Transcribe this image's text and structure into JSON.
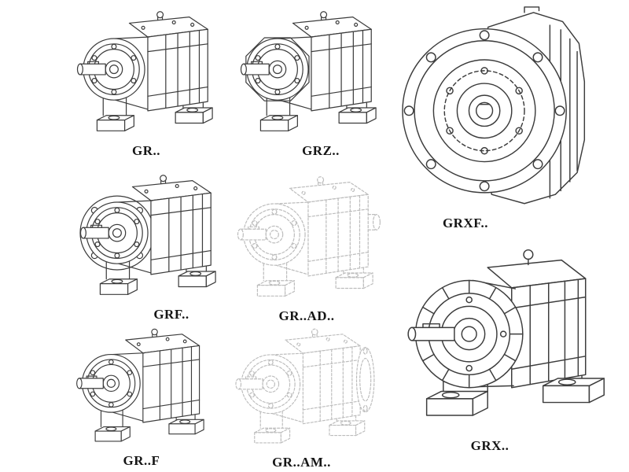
{
  "colors": {
    "ink": "#3c3c3c",
    "ghost": "#bdbdbd",
    "background": "#ffffff"
  },
  "figures": [
    {
      "id": "gr",
      "label": "GR..",
      "style": "solid"
    },
    {
      "id": "grz",
      "label": "GRZ..",
      "style": "solid"
    },
    {
      "id": "grxf",
      "label": "GRXF..",
      "style": "solid"
    },
    {
      "id": "grf",
      "label": "GRF..",
      "style": "solid"
    },
    {
      "id": "grad",
      "label": "GR..AD..",
      "style": "dashed"
    },
    {
      "id": "grff",
      "label": "GR..F",
      "style": "solid"
    },
    {
      "id": "gram",
      "label": "GR..AM..",
      "style": "dashed"
    },
    {
      "id": "grx",
      "label": "GRX..",
      "style": "solid"
    }
  ]
}
